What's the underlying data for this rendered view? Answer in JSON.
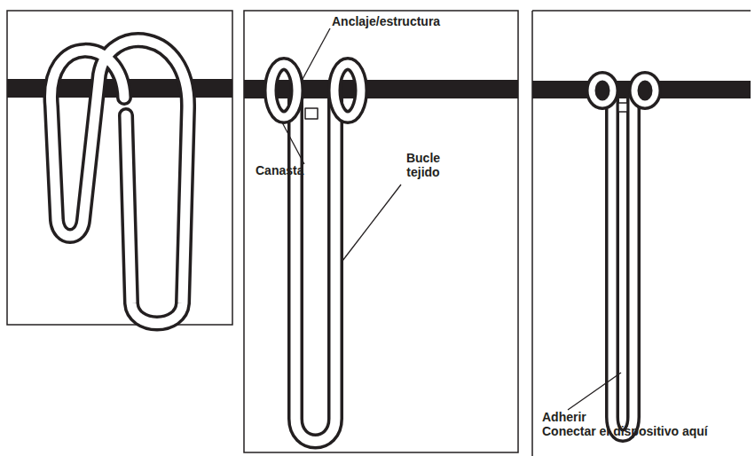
{
  "diagram": {
    "labels": [
      "Anclaje/estructura",
      "Canasta",
      "Bucle tejido",
      "Adherir",
      "Conectar el dispositivo aquí"
    ]
  }
}
